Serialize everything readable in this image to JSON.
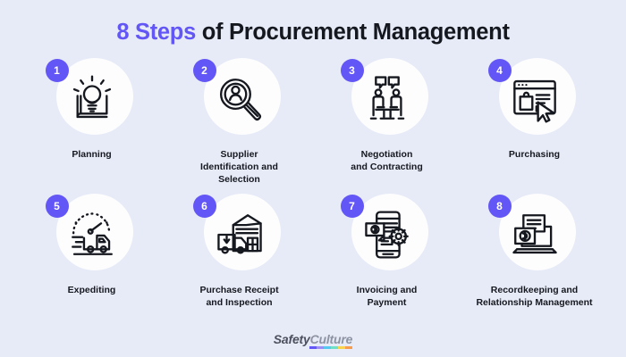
{
  "title": {
    "accent_text": "8 Steps",
    "rest_text": " of Procurement Management",
    "accent_color": "#6356f6",
    "text_color": "#16181f"
  },
  "theme": {
    "background": "#e7ebf7",
    "circle": "#fdfdfe",
    "badge": "#6356f6",
    "icon_stroke": "#16181f"
  },
  "steps": [
    {
      "number": "1",
      "label": "Planning",
      "icon": "lightbulb-book-icon"
    },
    {
      "number": "2",
      "label": "Supplier\nIdentification and\nSelection",
      "icon": "magnifier-person-icon"
    },
    {
      "number": "3",
      "label": "Negotiation\nand Contracting",
      "icon": "meeting-table-icon"
    },
    {
      "number": "4",
      "label": "Purchasing",
      "icon": "browser-shopping-cursor-icon"
    },
    {
      "number": "5",
      "label": "Expediting",
      "icon": "speeding-truck-gauge-icon"
    },
    {
      "number": "6",
      "label": "Purchase Receipt\nand Inspection",
      "icon": "warehouse-delivery-truck-icon"
    },
    {
      "number": "7",
      "label": "Invoicing and\nPayment",
      "icon": "phone-invoice-gear-icon"
    },
    {
      "number": "8",
      "label": "Recordkeeping and\nRelationship Management",
      "icon": "laptop-documents-icon"
    }
  ],
  "footer": {
    "logo_first": "Safety",
    "logo_second": "Culture",
    "underline_colors": [
      "#6356f6",
      "#9b8cf8",
      "#55c8ef",
      "#6ee0c8",
      "#f7d44c",
      "#f79c4c"
    ]
  }
}
